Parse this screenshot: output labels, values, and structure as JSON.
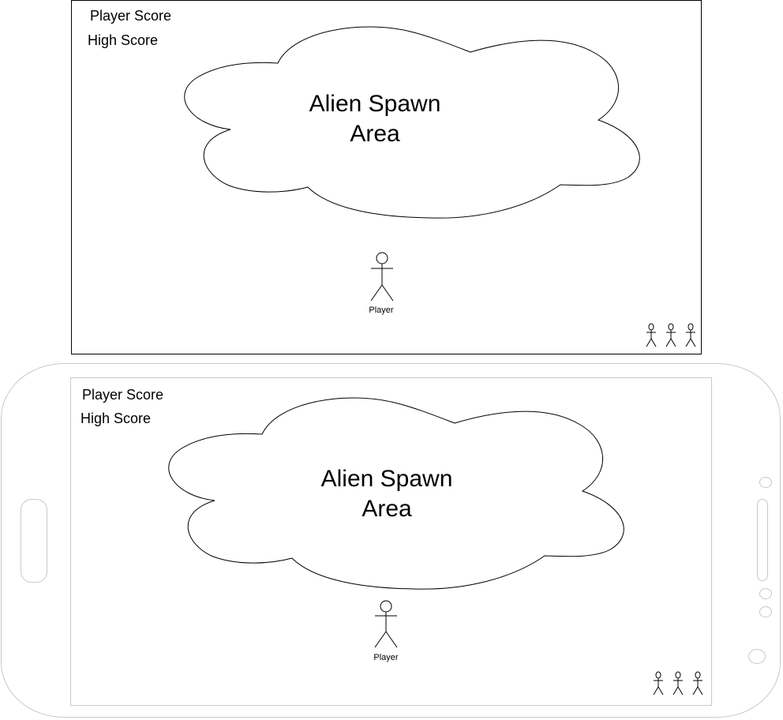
{
  "screens": [
    {
      "player_score_label": "Player Score",
      "high_score_label": "High Score",
      "spawn_area_line1": "Alien Spawn",
      "spawn_area_line2": "Area",
      "player_label": "Player",
      "lives_remaining": 3
    },
    {
      "player_score_label": "Player Score",
      "high_score_label": "High Score",
      "spawn_area_line1": "Alien Spawn",
      "spawn_area_line2": "Area",
      "player_label": "Player",
      "lives_remaining": 3
    }
  ],
  "icons": {
    "player": "stick-figure-icon",
    "life": "stick-figure-icon",
    "spawn_area": "cloud-shape"
  },
  "colors": {
    "outline": "#000000",
    "device_outline": "#c8c8c8",
    "background": "#ffffff"
  }
}
